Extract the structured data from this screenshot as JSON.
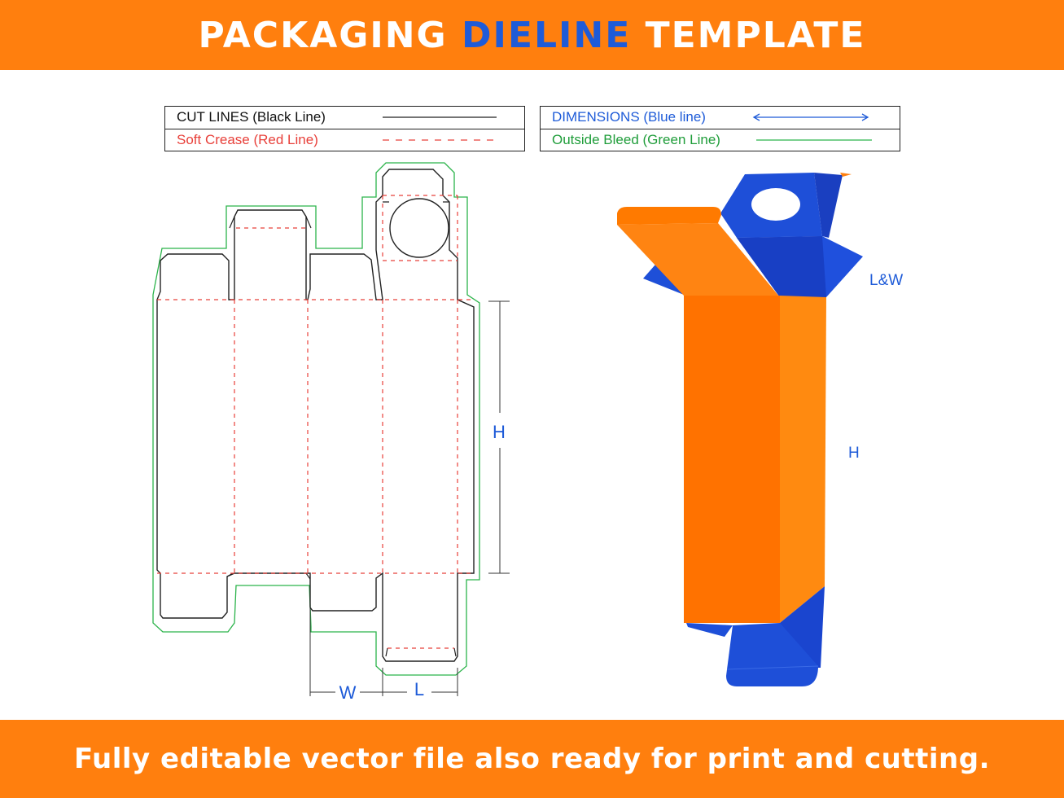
{
  "header": {
    "title_part1": "PACKAGING",
    "title_part2": "DIELINE",
    "title_part3": "TEMPLATE"
  },
  "legend": {
    "cut_lines": "CUT LINES (Black Line)",
    "soft_crease": "Soft Crease (Red Line)",
    "dimensions": "DIMENSIONS (Blue line)",
    "outside_bleed": "Outside Bleed (Green Line)"
  },
  "dieline": {
    "label_h": "H",
    "label_w": "W",
    "label_l": "L"
  },
  "box_3d": {
    "label_lw": "L&W",
    "label_h": "H"
  },
  "footer": {
    "text": "Fully editable vector file also ready for print and cutting."
  },
  "colors": {
    "orange": "#ff7f0e",
    "blue": "#1e5bd8",
    "cut": "#222222",
    "crease": "#e8403a",
    "bleed": "#2bb34a"
  }
}
